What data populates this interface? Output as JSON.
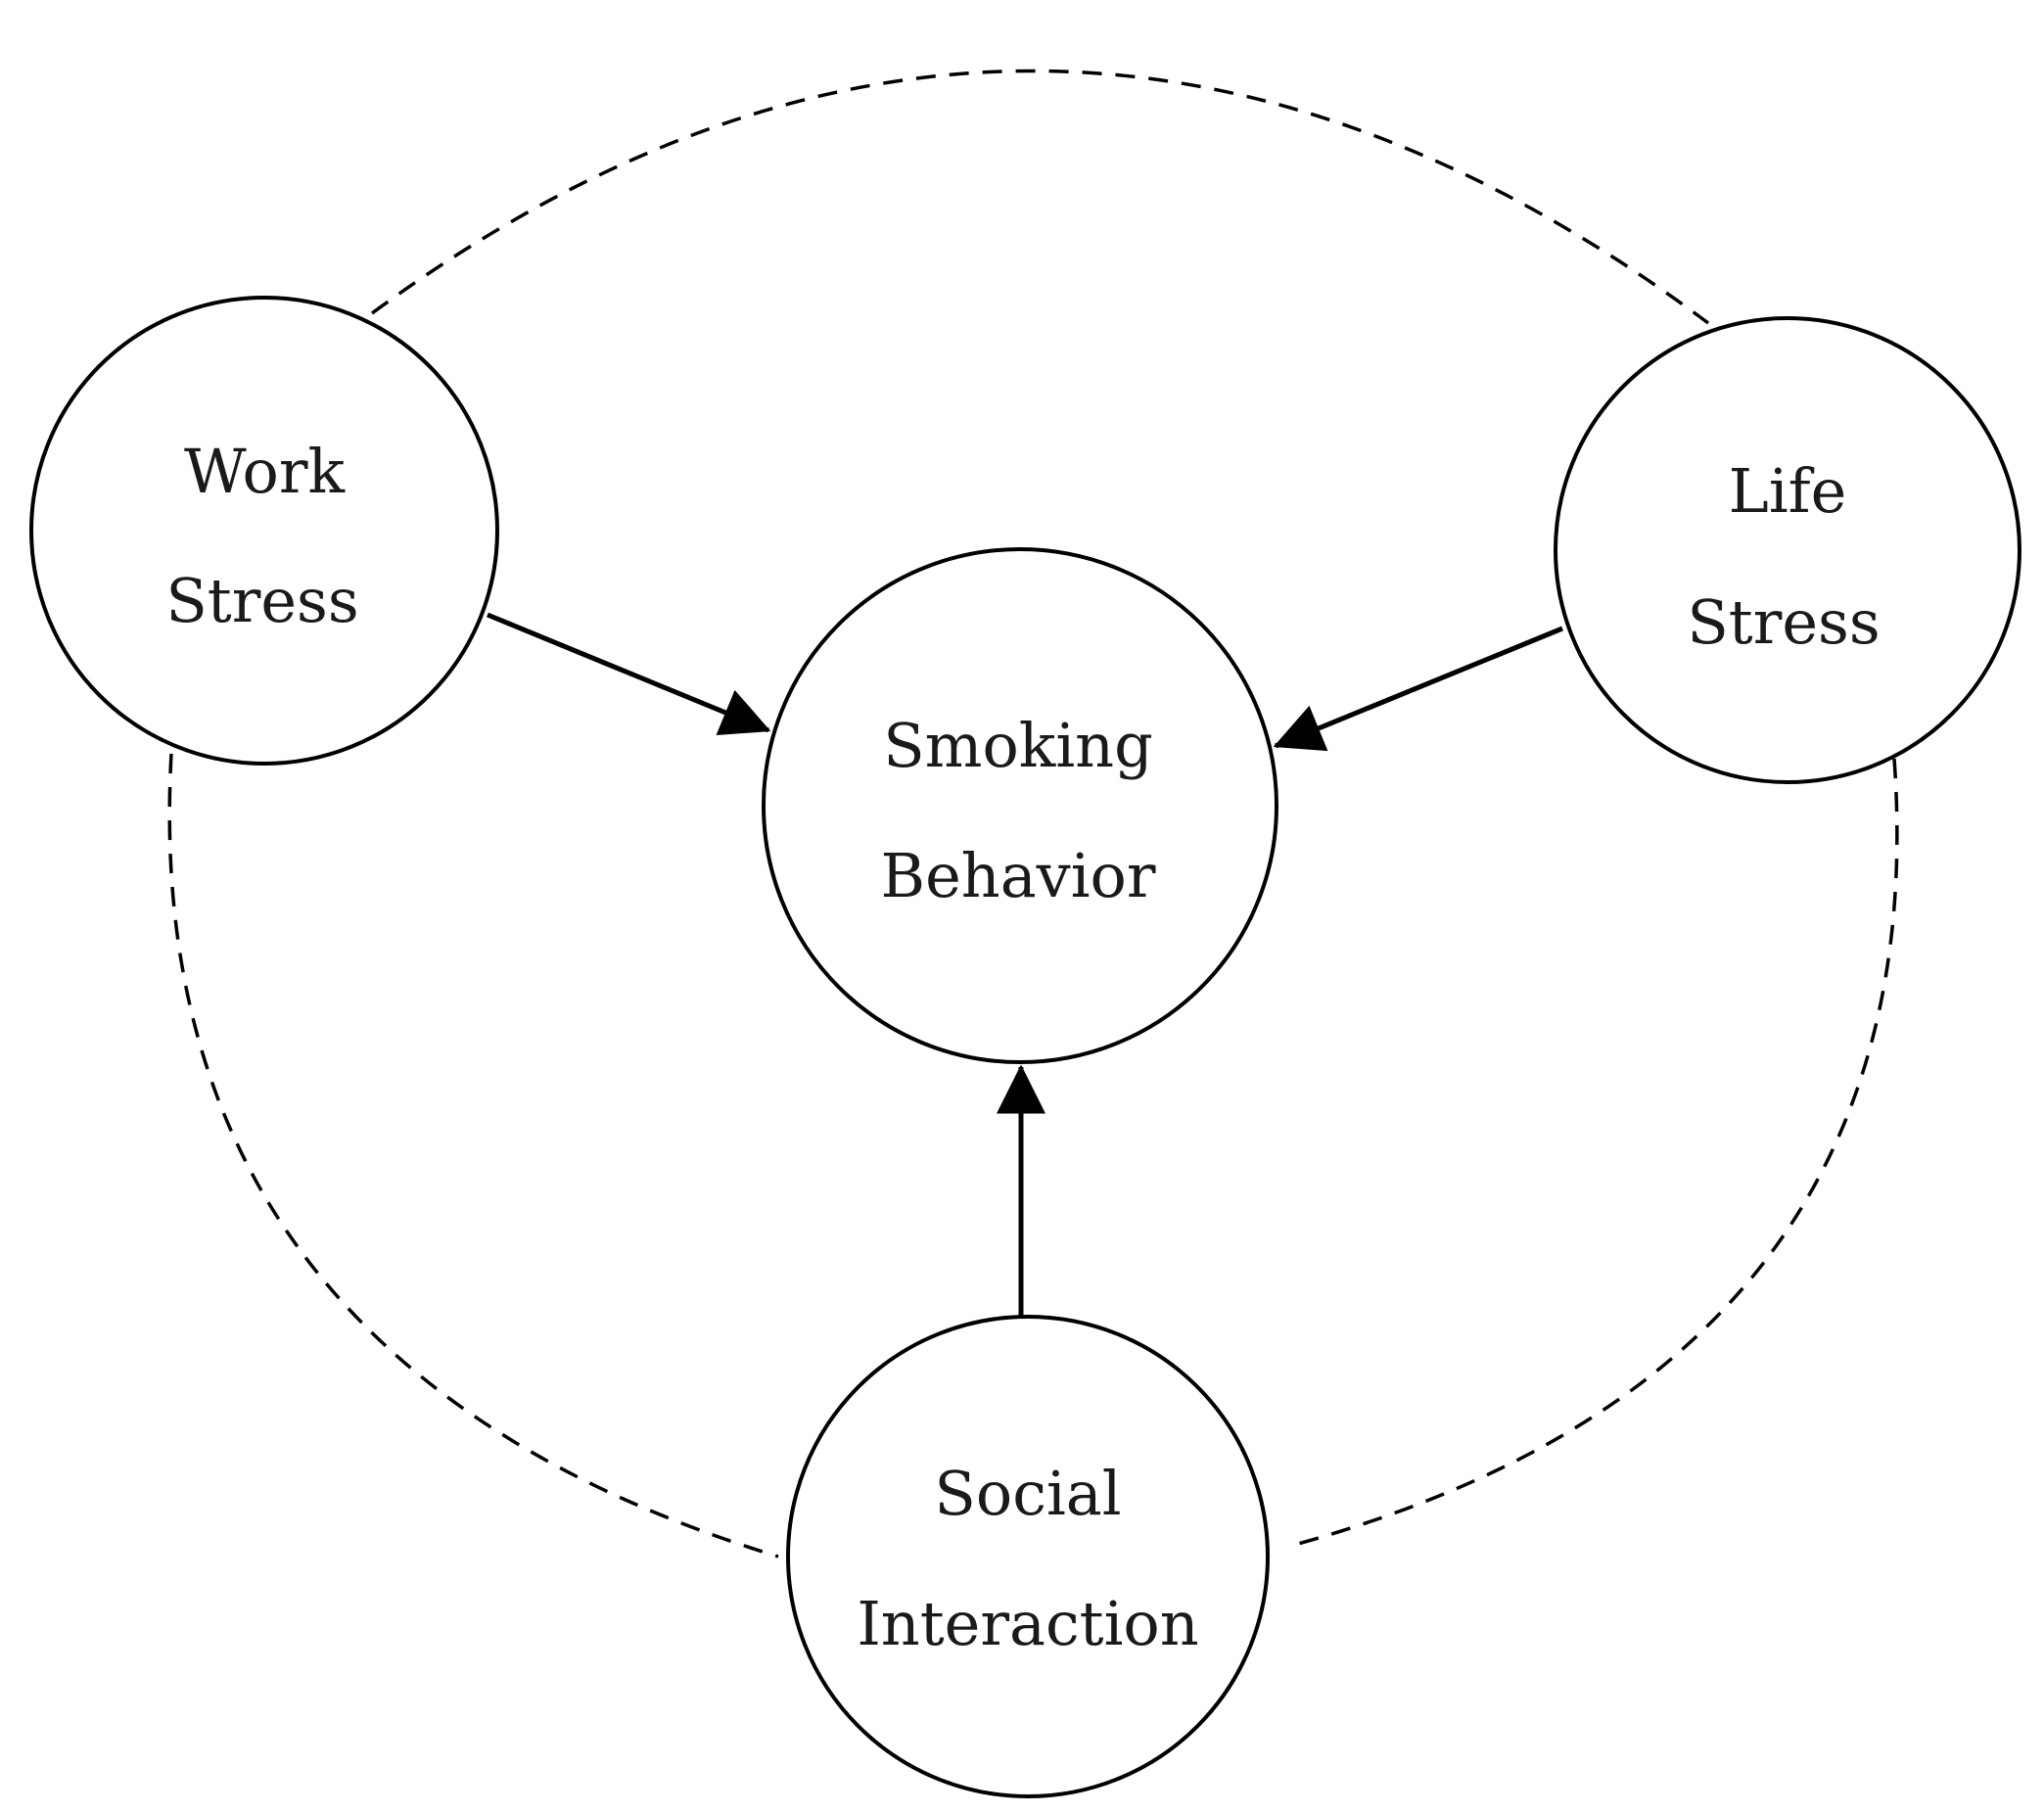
{
  "diagram": {
    "nodes": {
      "work_stress": {
        "line1": "Work",
        "line2": "Stress"
      },
      "life_stress": {
        "line1": "Life",
        "line2": "Stress"
      },
      "smoking_behavior": {
        "line1": "Smoking",
        "line2": "Behavior"
      },
      "social_interaction": {
        "line1": "Social",
        "line2": "Interaction"
      }
    },
    "edges": [
      {
        "from": "work_stress",
        "to": "smoking_behavior",
        "style": "solid-arrow"
      },
      {
        "from": "life_stress",
        "to": "smoking_behavior",
        "style": "solid-arrow"
      },
      {
        "from": "social_interaction",
        "to": "smoking_behavior",
        "style": "solid-arrow"
      },
      {
        "from": "work_stress",
        "to": "life_stress",
        "style": "dashed"
      },
      {
        "from": "work_stress",
        "to": "social_interaction",
        "style": "dashed"
      },
      {
        "from": "life_stress",
        "to": "social_interaction",
        "style": "dashed"
      }
    ]
  }
}
